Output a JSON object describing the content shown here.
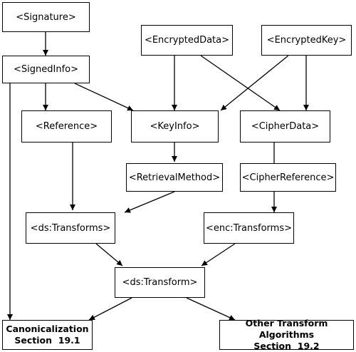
{
  "nodes": {
    "signature": "<Signature>",
    "encrypted_data": "<EncryptedData>",
    "encrypted_key": "<EncryptedKey>",
    "signed_info": "<SignedInfo>",
    "reference": "<Reference>",
    "key_info": "<KeyInfo>",
    "cipher_data": "<CipherData>",
    "retrieval_method": "<RetrievalMethod>",
    "cipher_reference": "<CipherReference>",
    "ds_transforms": "<ds:Transforms>",
    "enc_transforms": "<enc:Transforms>",
    "ds_transform": "<ds:Transform>",
    "canonicalization": {
      "line1": "Canonicalization",
      "line2": "Section  19.1"
    },
    "other_transforms": {
      "line1": "Other Transform Algorithms",
      "line2": "Section  19.2"
    }
  }
}
